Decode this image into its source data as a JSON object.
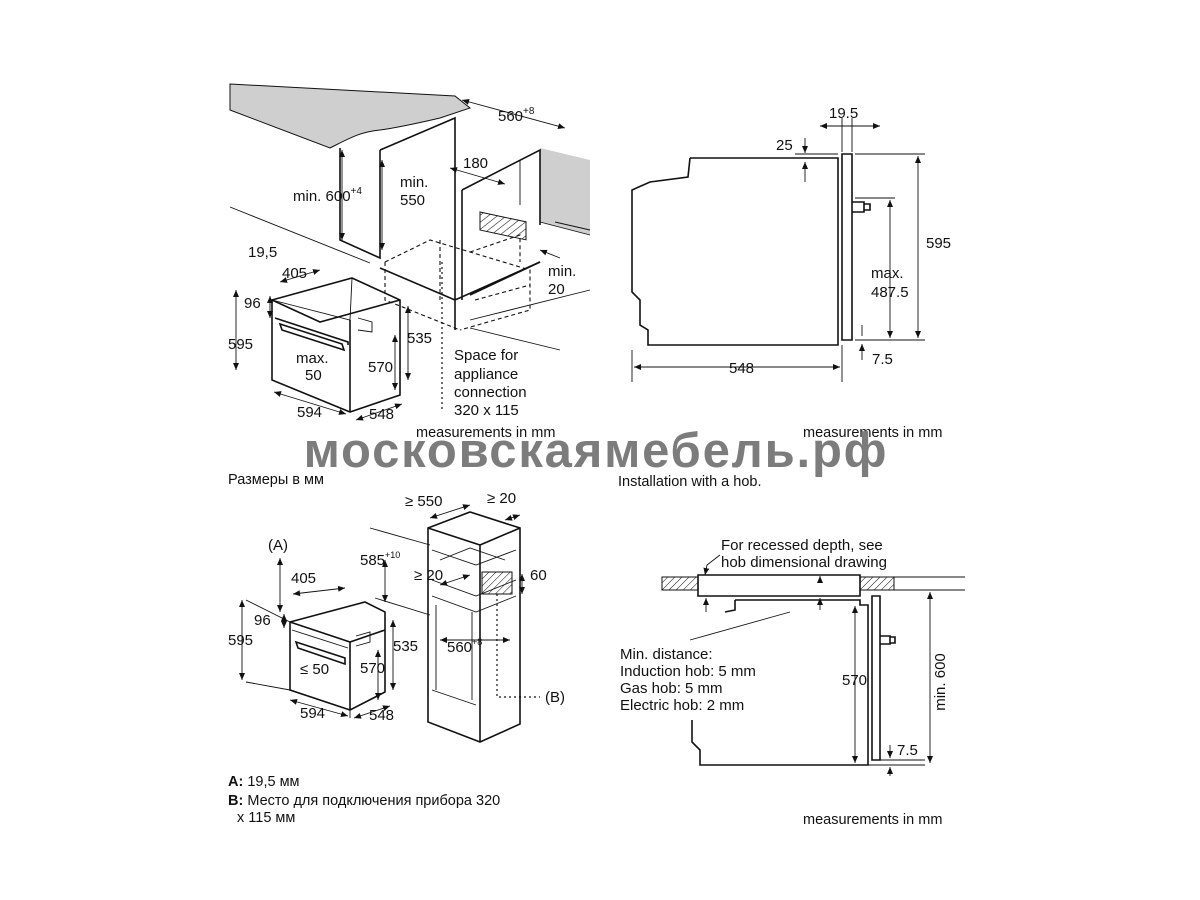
{
  "top_left": {
    "dims": {
      "d560": "560",
      "d560_sup": "+8",
      "min600": "min. 600",
      "min600_sup": "+4",
      "min550_a": "min.",
      "min550_b": "550",
      "d180": "180",
      "d19_5": "19,5",
      "d405": "405",
      "d96": "96",
      "d595": "595",
      "max50_a": "max.",
      "max50_b": "50",
      "d570": "570",
      "d535": "535",
      "d594": "594",
      "d548": "548",
      "min20_a": "min.",
      "min20_b": "20"
    },
    "space_note": [
      "Space for",
      "appliance",
      "connection",
      "320 x 115"
    ],
    "units": "measurements in mm",
    "caption": "Размеры в мм"
  },
  "top_right": {
    "dims": {
      "d19_5": "19.5",
      "d25": "25",
      "d595": "595",
      "max487_a": "max.",
      "max487_b": "487.5",
      "d548": "548",
      "d7_5": "7.5"
    },
    "units": "measurements in mm",
    "caption": "Installation with a hob."
  },
  "bottom_left": {
    "dims": {
      "label_a": "(A)",
      "d405": "405",
      "d96": "96",
      "d595": "595",
      "le50": "≤ 50",
      "d570": "570",
      "d535": "535",
      "d594": "594",
      "d548": "548",
      "ge550": "≥ 550",
      "ge20_top": "≥ 20",
      "d585": "585",
      "d585_sup": "+10",
      "ge20_mid": "≥ 20",
      "d60": "60",
      "d560": "560",
      "d560_sup": "+8",
      "label_b": "(B)"
    },
    "legend": [
      {
        "key": "A:",
        "text": "19,5 мм"
      },
      {
        "key": "B:",
        "text": "Место для подключения прибора 320"
      },
      {
        "key": "",
        "text": "x 115 мм"
      }
    ]
  },
  "bottom_right": {
    "recess_note": [
      "For recessed depth, see",
      "hob dimensional drawing"
    ],
    "min_distance": [
      "Min. distance:",
      "Induction hob: 5 mm",
      "Gas hob: 5 mm",
      "Electric hob: 2 mm"
    ],
    "dims": {
      "d570": "570",
      "min600": "min. 600",
      "d7_5": "7.5"
    },
    "units": "measurements in mm"
  },
  "watermark": "московскаямебель.рф"
}
